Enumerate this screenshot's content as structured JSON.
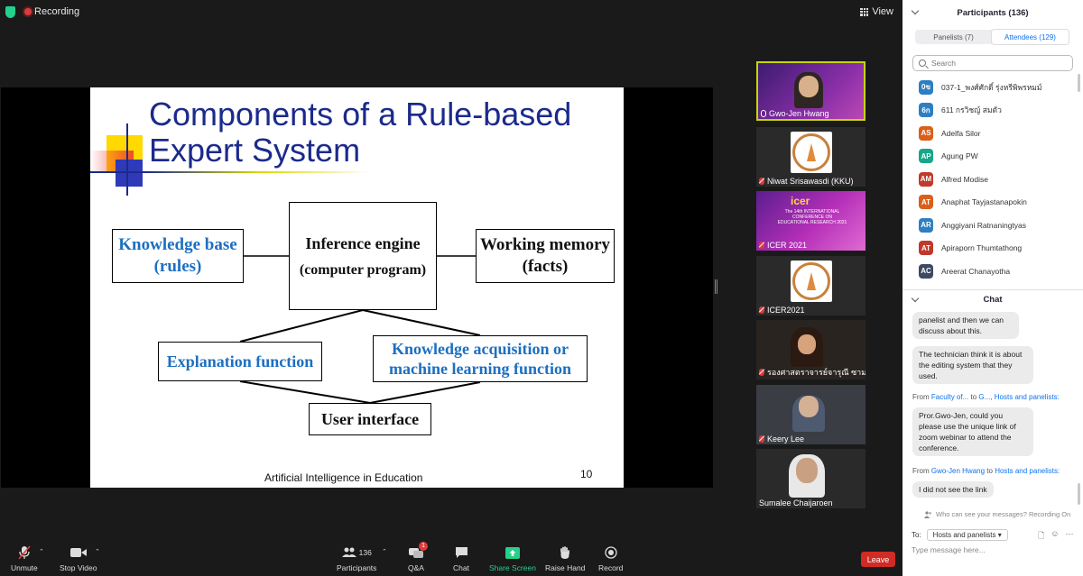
{
  "topbar": {
    "recording_label": "Recording",
    "view_label": "View"
  },
  "slide": {
    "title_line1": "Components of a Rule-based",
    "title_line2": "Expert System",
    "knowledge_base_line1": "Knowledge base",
    "knowledge_base_line2": "(rules)",
    "inference_engine": "Inference engine",
    "inference_sub": "(computer program)",
    "working_memory_line1": "Working memory",
    "working_memory_line2": "(facts)",
    "explanation": "Explanation function",
    "acquisition_line1": "Knowledge acquisition or",
    "acquisition_line2": "machine learning function",
    "user_interface": "User interface",
    "footer": "Artificial Intelligence in Education",
    "page_number": "10"
  },
  "gallery": [
    {
      "name": "Gwo-Jen Hwang",
      "muted": false
    },
    {
      "name": "Niwat Srisawasdi (KKU)",
      "muted": true
    },
    {
      "name": "ICER 2021",
      "muted": true
    },
    {
      "name": "ICER2021",
      "muted": true
    },
    {
      "name": "รองศาสตราจารย์จารุณี ซามาตย์",
      "muted": true
    },
    {
      "name": "Keery Lee",
      "muted": true
    },
    {
      "name": "Sumalee Chaijaroen",
      "muted": false
    }
  ],
  "icer_tile": {
    "logo_text": "icer",
    "subtitle": "The 14th INTERNATIONAL CONFERENCE ON EDUCATIONAL RESEARCH 2021"
  },
  "toolbar": {
    "unmute": "Unmute",
    "stop_video": "Stop Video",
    "participants": "Participants",
    "participants_count": "136",
    "qa": "Q&A",
    "qa_badge": "1",
    "chat": "Chat",
    "share_screen": "Share Screen",
    "raise_hand": "Raise Hand",
    "record": "Record",
    "leave": "Leave"
  },
  "participants_panel": {
    "title": "Participants (136)",
    "tab_panelists": "Panelists (7)",
    "tab_attendees": "Attendees (129)",
    "search_placeholder": "Search",
    "attendees": [
      {
        "initials": "0ข",
        "name": "037-1_พงศ์ศักดิ์ รุ่งหรีพิพรหมม์",
        "color": "#2d7fc1"
      },
      {
        "initials": "6ก",
        "name": "611 กรวิชญ์ สมตัว",
        "color": "#2d7fc1"
      },
      {
        "initials": "AS",
        "name": "Adelfa Silor",
        "color": "#d9601a"
      },
      {
        "initials": "AP",
        "name": "Agung PW",
        "color": "#17a689"
      },
      {
        "initials": "AM",
        "name": "Alfred Modise",
        "color": "#c0392b"
      },
      {
        "initials": "AT",
        "name": "Anaphat Tayjastanapokin",
        "color": "#d9601a"
      },
      {
        "initials": "AR",
        "name": "Anggiyani Ratnaningtyas",
        "color": "#2d7fc1"
      },
      {
        "initials": "AT",
        "name": "Apiraporn Thumtathong",
        "color": "#c0392b"
      },
      {
        "initials": "AC",
        "name": "Areerat Chanayotha",
        "color": "#3c4a63"
      }
    ]
  },
  "chat_panel": {
    "title": "Chat",
    "msg1": "panelist and then we can discuss about this.",
    "msg2": "The technician think it is about the editing system that they used.",
    "from1_prefix": "From",
    "from1_sender": "Faculty of...",
    "from1_to": "to",
    "from1_target": "G...",
    "from1_sep": ",",
    "from1_group": "Hosts and panelists:",
    "msg3": "Pror.Gwo-Jen, could you please use the unique link of zoom webinar to attend the conference.",
    "from2_prefix": "From",
    "from2_sender": "Gwo-Jen Hwang",
    "from2_to": "to",
    "from2_group": "Hosts and panelists:",
    "msg4": "I did not see the link",
    "who_can_see": "Who can see your messages? Recording On",
    "to_label": "To:",
    "to_value": "Hosts and panelists",
    "input_placeholder": "Type message here..."
  }
}
